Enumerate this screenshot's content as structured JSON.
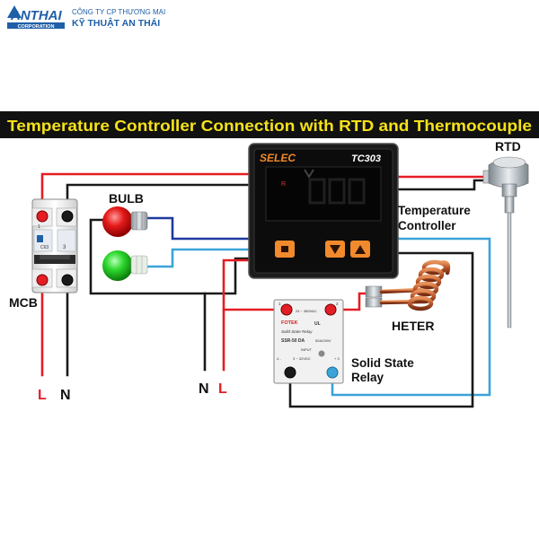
{
  "header": {
    "logo_text": "ANTHAI",
    "logo_sub": "CORPORATION",
    "company_line1": "CÔNG TY CP THƯƠNG MẠI",
    "company_line2": "KỸ THUẬT AN THÁI"
  },
  "title": "Temperature Controller Connection with RTD and Thermocouple",
  "labels": {
    "bulb": "BULB",
    "mcb": "MCB",
    "rtd": "RTD",
    "controller_line1": "Temperature",
    "controller_line2": "Controller",
    "heater": "HETER",
    "ssr_line1": "Solid State",
    "ssr_line2": "Relay",
    "mcb_l": "L",
    "mcb_n": "N",
    "supply_n": "N",
    "supply_l": "L"
  },
  "controller": {
    "brand": "SELEC",
    "model": "TC303",
    "indicator": "R"
  },
  "mcb": {
    "rating": "C63",
    "pole_left": "1",
    "pole_right": "3"
  },
  "ssr": {
    "load_range": "24 ~ 380VAC",
    "brand": "FOTEK",
    "subtitle": "Solid State Relay",
    "model": "SSR-50 DA",
    "rating": "50A/250V",
    "input_label": "INPUT",
    "input_range": "3 ~ 32VDC",
    "term1": "1",
    "term2": "2",
    "term3": "+ 3",
    "term4": "4 -",
    "cert": "UL"
  },
  "colors": {
    "wire_red": "#e31e24",
    "wire_black": "#1a1a1a",
    "wire_blue": "#1f3a9e",
    "wire_lightblue": "#3ba3d8",
    "title_bg": "#111111",
    "title_fg": "#f5e11a",
    "logo_blue": "#1f5fa8",
    "accent_orange": "#f08a2c",
    "heater_copper": "#b9552a"
  },
  "icons": [
    "mcb-breaker-icon",
    "bulb-red-icon",
    "bulb-green-icon",
    "rtd-sensor-icon",
    "heater-coil-icon",
    "ssr-relay-icon",
    "temperature-controller-icon"
  ]
}
